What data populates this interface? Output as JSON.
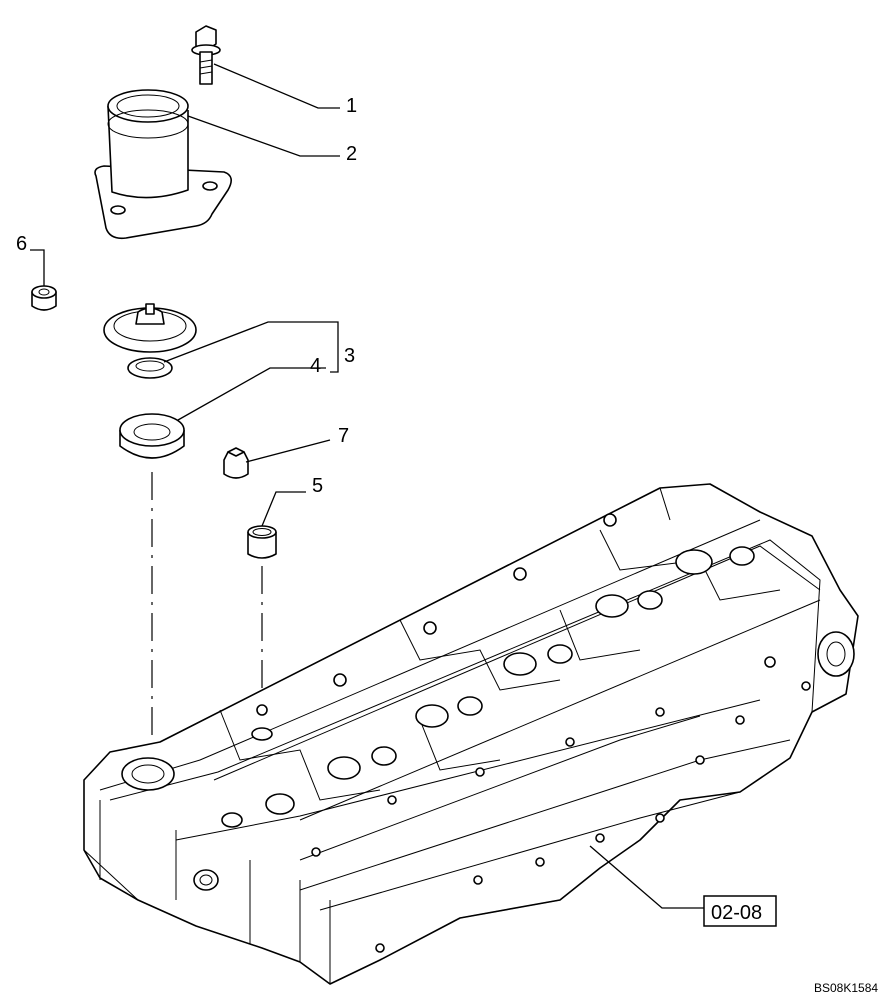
{
  "callouts": [
    {
      "id": "1",
      "text": "1"
    },
    {
      "id": "2",
      "text": "2"
    },
    {
      "id": "3",
      "text": "3"
    },
    {
      "id": "4",
      "text": "4"
    },
    {
      "id": "5",
      "text": "5"
    },
    {
      "id": "6",
      "text": "6"
    },
    {
      "id": "7",
      "text": "7"
    }
  ],
  "reference_box": "02-08",
  "drawing_code": "BS08K1584"
}
